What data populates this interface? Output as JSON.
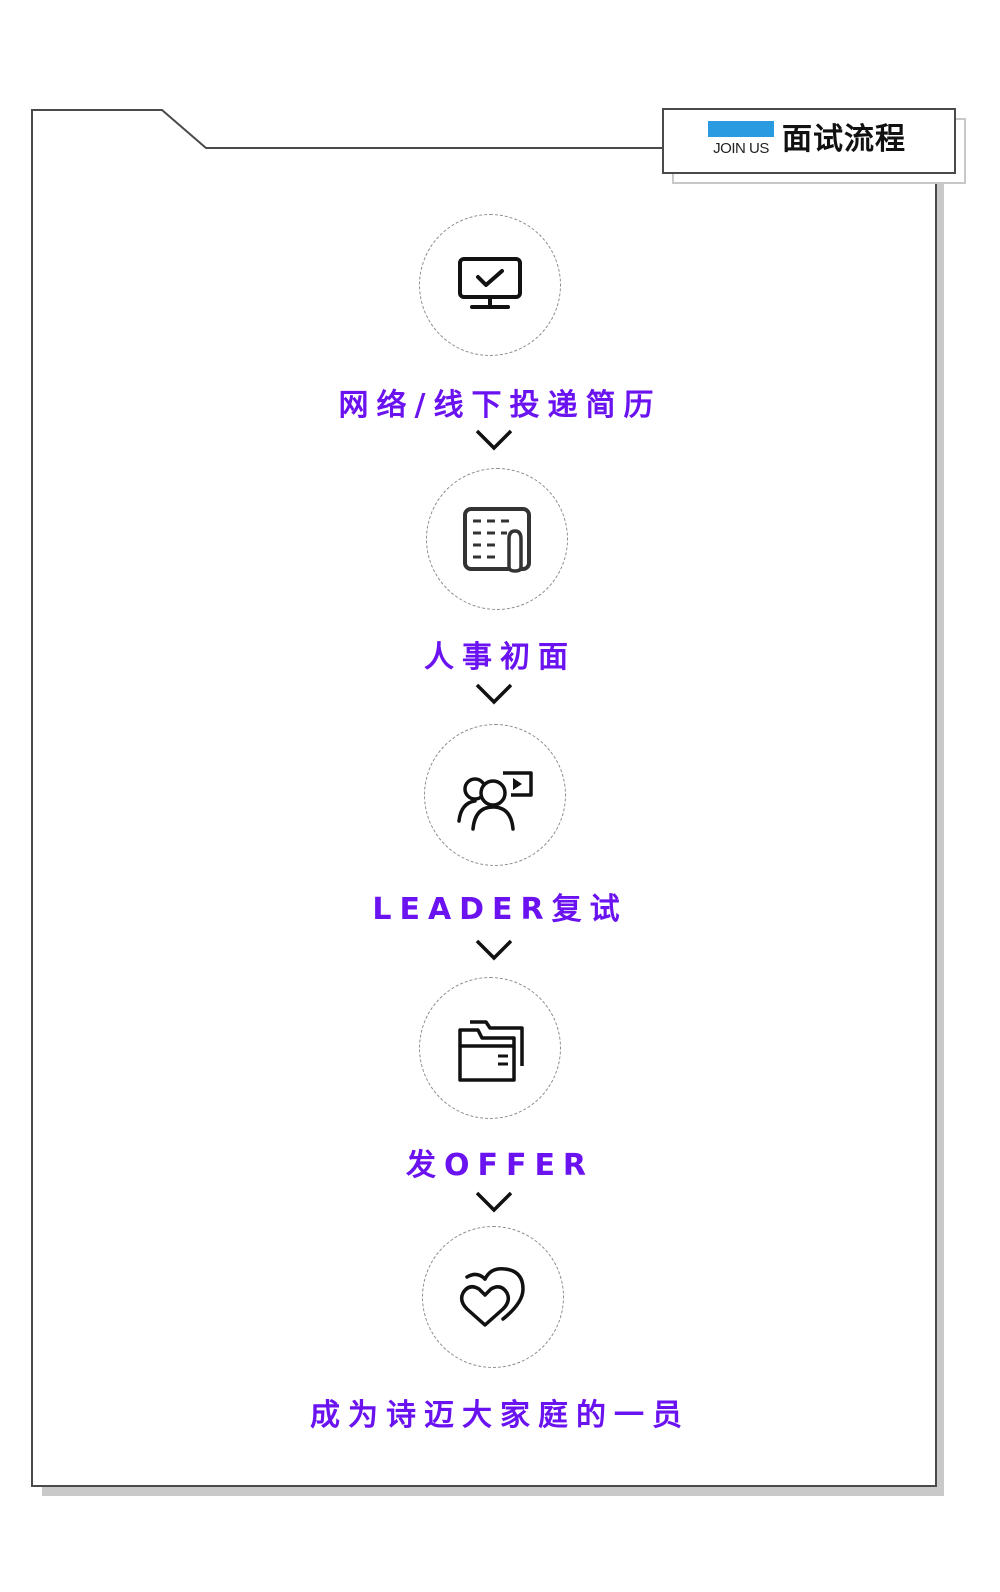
{
  "header": {
    "badge_text": "JOIN US",
    "title": "面试流程",
    "badge_color": "#2a9be0"
  },
  "accent_color": "#6a12f0",
  "steps": [
    {
      "label": "网络/线下投递简历",
      "icon": "monitor-check-icon"
    },
    {
      "label": "人事初面",
      "icon": "document-clip-icon"
    },
    {
      "label": "LEADER复试",
      "icon": "people-presentation-icon"
    },
    {
      "label": "发OFFER",
      "icon": "folder-stack-icon"
    },
    {
      "label": "成为诗迈大家庭的一员",
      "icon": "hearts-icon"
    }
  ]
}
